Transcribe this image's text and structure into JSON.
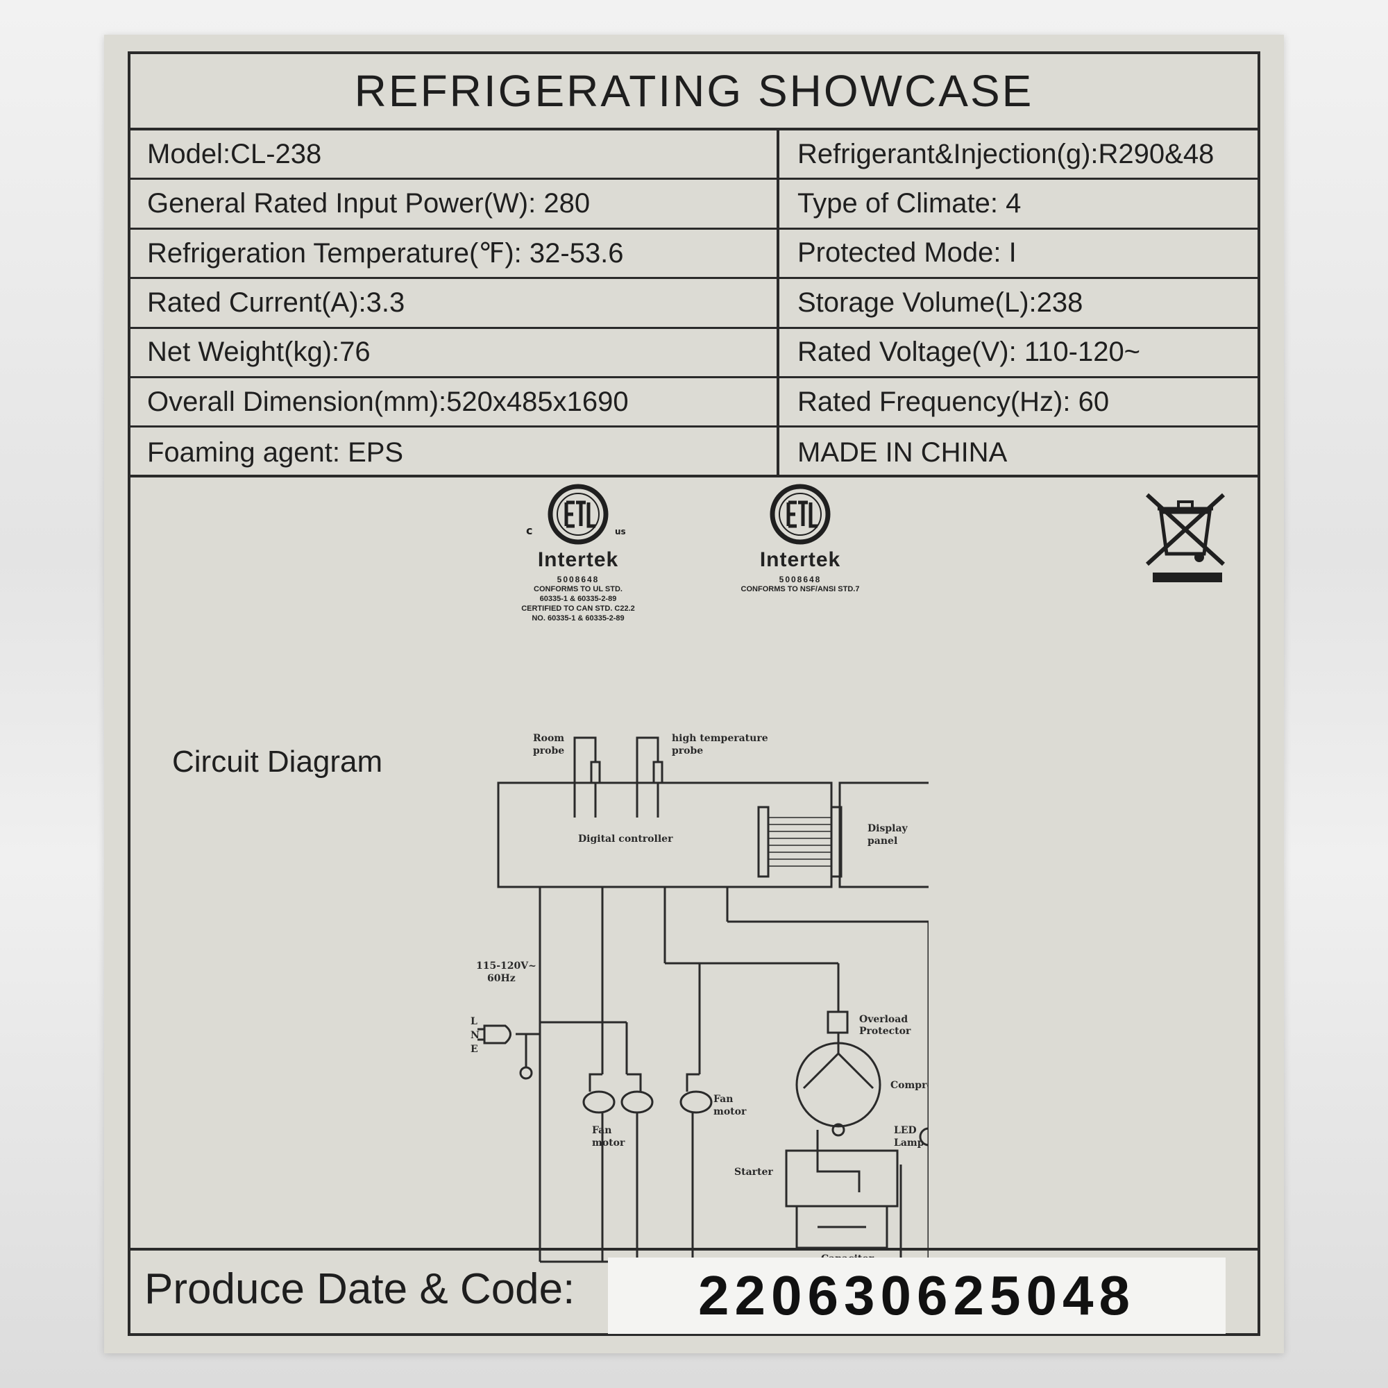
{
  "title": "REFRIGERATING SHOWCASE",
  "specs": {
    "left": [
      "Model:CL-238",
      "General Rated Input Power(W): 280",
      "Refrigeration Temperature(℉): 32-53.6",
      "Rated Current(A):3.3",
      "Net Weight(kg):76",
      "Overall Dimension(mm):520x485x1690",
      "Foaming agent: EPS"
    ],
    "right": [
      "Refrigerant&Injection(g):R290&48",
      "Type of Climate:  4",
      "Protected Mode: I",
      "Storage Volume(L):238",
      "Rated Voltage(V): 110-120~",
      "Rated Frequency(Hz): 60",
      "MADE IN CHINA"
    ]
  },
  "certifications": [
    {
      "mark": "ETL",
      "prefix": "c",
      "suffix": "us",
      "brand": "Intertek",
      "code": "5008648",
      "lines": [
        "CONFORMS TO UL STD.",
        "60335-1 & 60335-2-89",
        "CERTIFIED TO CAN STD. C22.2",
        "NO. 60335-1 & 60335-2-89"
      ]
    },
    {
      "mark": "ETL",
      "brand": "Intertek",
      "code": "5008648",
      "lines": [
        "CONFORMS TO NSF/ANSI STD.7"
      ]
    }
  ],
  "circuit": {
    "title": "Circuit Diagram",
    "labels": {
      "room_probe": [
        "Room",
        "probe"
      ],
      "high_temp_probe": [
        "high temperature",
        "probe"
      ],
      "controller": "Digital controller",
      "display": [
        "Display",
        "panel"
      ],
      "supply": [
        "115-120V~",
        "60Hz"
      ],
      "plug_pins": [
        "L",
        "N",
        "E"
      ],
      "overload": [
        "Overload",
        "Protector"
      ],
      "compressor": "Compressor",
      "fan_motor_1": [
        "Fan",
        "motor"
      ],
      "fan_motor_2": [
        "Fan",
        "motor"
      ],
      "led_lamp": [
        "LED",
        "Lamp"
      ],
      "starter": "Starter",
      "capacitor": "Capacitor"
    }
  },
  "footer": {
    "label": "Produce Date & Code:",
    "code": "220630625048"
  }
}
